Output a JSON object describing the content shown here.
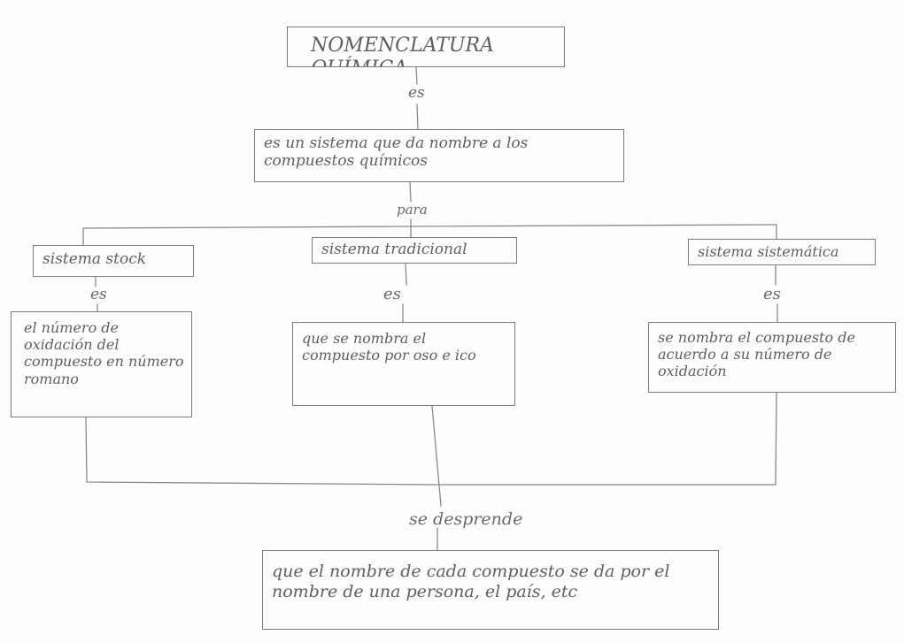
{
  "diagram": {
    "title": "NOMENCLATURA QUÍMICA",
    "definition": "es un sistema que da nombre a los compuestos químicos",
    "links": {
      "es_top": "es",
      "para": "para",
      "es_stock": "es",
      "es_tradicional": "es",
      "es_sistematica": "es",
      "se_desprende": "se desprende"
    },
    "systems": {
      "stock": {
        "name": "sistema stock",
        "description": "el número de oxidación del compuesto en número romano"
      },
      "tradicional": {
        "name": "sistema tradicional",
        "description": "que se nombra el compuesto por oso e ico"
      },
      "sistematica": {
        "name": "sistema sistemática",
        "description": "se nombra el compuesto de acuerdo a su número de oxidación"
      }
    },
    "conclusion": "que el nombre de cada compuesto se da por el nombre de una persona, el país, etc"
  }
}
